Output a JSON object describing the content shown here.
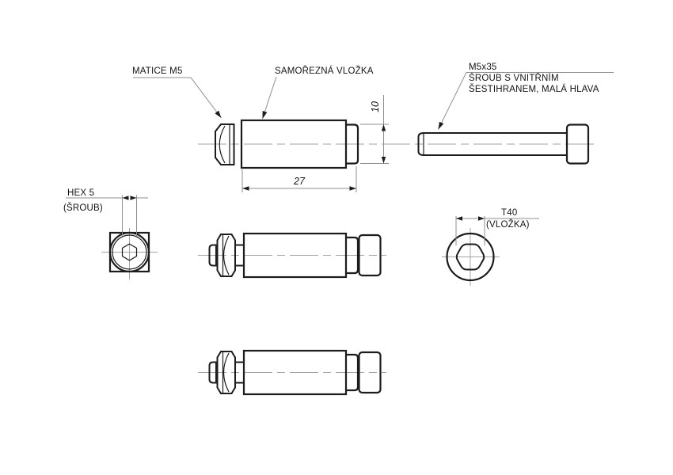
{
  "drawing": {
    "labels": {
      "nut": "MATICE M5",
      "insert": "SAMOŘEZNÁ VLOŽKA",
      "screw_size": "M5x35",
      "screw_desc1": "ŠROUB S VNITŘNÍM",
      "screw_desc2": "ŠESTIHRANEM, MALÁ HLAVA"
    },
    "dimensions": {
      "insert_length": "27",
      "step_diameter": "10",
      "hex_socket": "HEX 5",
      "hex_socket_part": "(ŠROUB)",
      "torx_socket": "T40",
      "torx_socket_part": "(VLOŽKA)"
    },
    "colors": {
      "outline": "#1c1c1c",
      "dimension_lines": "#8f8f8f",
      "centerlines": "#a3a3a3",
      "text": "#141414",
      "background": "#ffffff"
    }
  }
}
